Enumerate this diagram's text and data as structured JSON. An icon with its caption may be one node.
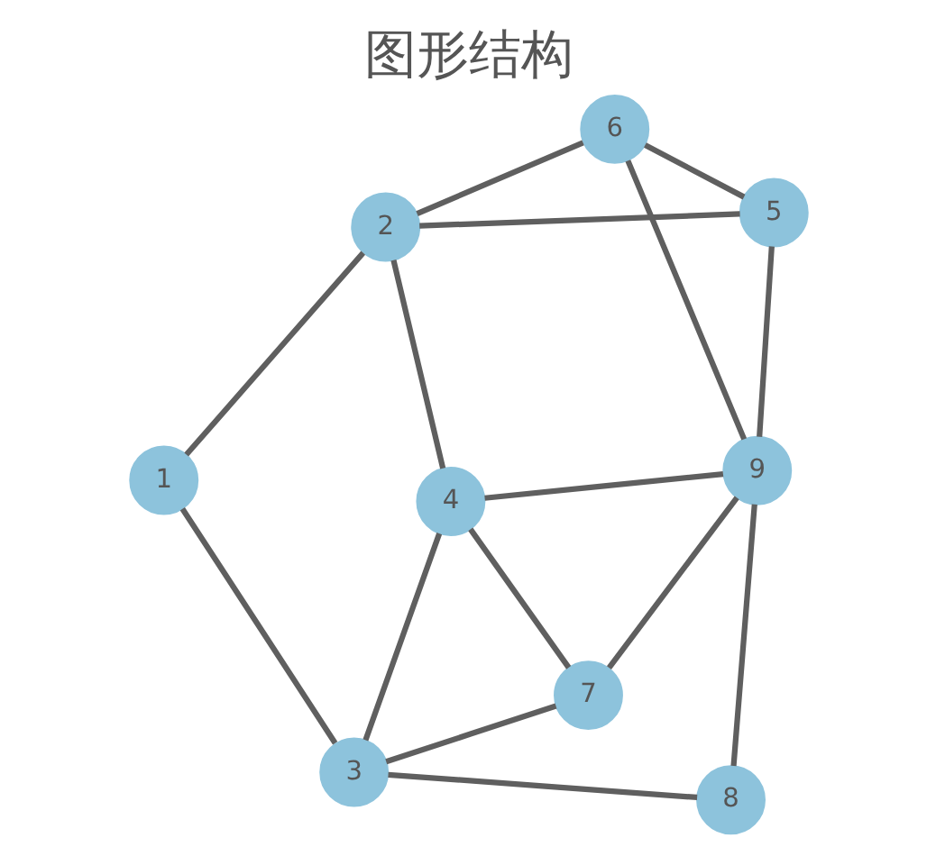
{
  "diagram": {
    "title": "图形结构",
    "nodes": [
      {
        "text": [
          "1"
        ]
      },
      {
        "text": [
          "2"
        ]
      },
      {
        "text": [
          "3"
        ]
      },
      {
        "text": [
          "4"
        ]
      },
      {
        "text": [
          "5"
        ]
      },
      {
        "text": [
          "6"
        ]
      },
      {
        "text": [
          "7"
        ]
      },
      {
        "text": [
          "8"
        ]
      },
      {
        "text": [
          "9"
        ]
      }
    ],
    "edges": [
      {
        "from": 0,
        "to": 1,
        "arrow": "none"
      },
      {
        "from": 0,
        "to": 2,
        "arrow": "none"
      },
      {
        "from": 1,
        "to": 3,
        "arrow": "none"
      },
      {
        "from": 2,
        "to": 3,
        "arrow": "none"
      },
      {
        "from": 1,
        "to": 4,
        "arrow": "none"
      },
      {
        "from": 1,
        "to": 5,
        "arrow": "none"
      },
      {
        "from": 4,
        "to": 5,
        "arrow": "none"
      },
      {
        "from": 4,
        "to": 8,
        "arrow": "none"
      },
      {
        "from": 5,
        "to": 8,
        "arrow": "none"
      },
      {
        "from": 3,
        "to": 8,
        "arrow": "none"
      },
      {
        "from": 3,
        "to": 6,
        "arrow": "none"
      },
      {
        "from": 2,
        "to": 6,
        "arrow": "none"
      },
      {
        "from": 2,
        "to": 7,
        "arrow": "none"
      },
      {
        "from": 6,
        "to": 8,
        "arrow": "none"
      },
      {
        "from": 7,
        "to": 8,
        "arrow": "none"
      }
    ]
  }
}
